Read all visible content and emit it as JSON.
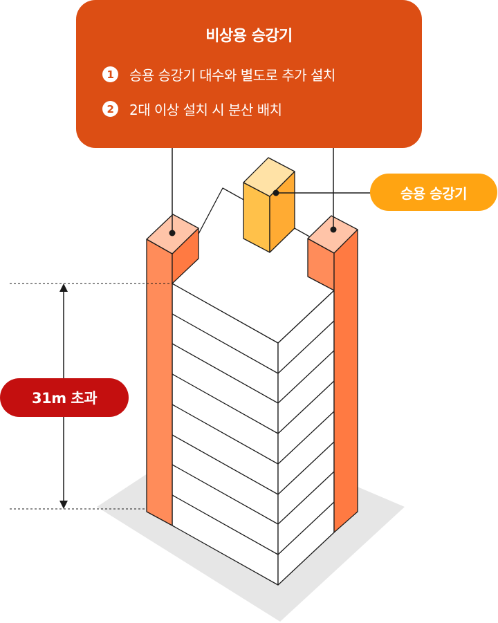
{
  "callout": {
    "title": "비상용 승강기",
    "items": [
      {
        "num": "1",
        "text": "승용 승강기 대수와 별도로 추가 설치"
      },
      {
        "num": "2",
        "text": "2대 이상 설치 시 분산 배치"
      }
    ]
  },
  "labels": {
    "passenger_elevator": "승용 승강기",
    "height": "31m 초과"
  },
  "colors": {
    "callout_bg": "#dc4e14",
    "passenger_label_bg": "#ffa412",
    "height_label_bg": "#c40f0f",
    "emergency_shaft_front": "#ff8c5a",
    "emergency_shaft_side": "#ff7a42",
    "emergency_shaft_top": "#ffc4a8",
    "passenger_box_top": "#ffe2a6",
    "passenger_box_front": "#ffc14a",
    "passenger_box_side": "#ffab33",
    "ground_shadow": "#e6e6e6"
  }
}
